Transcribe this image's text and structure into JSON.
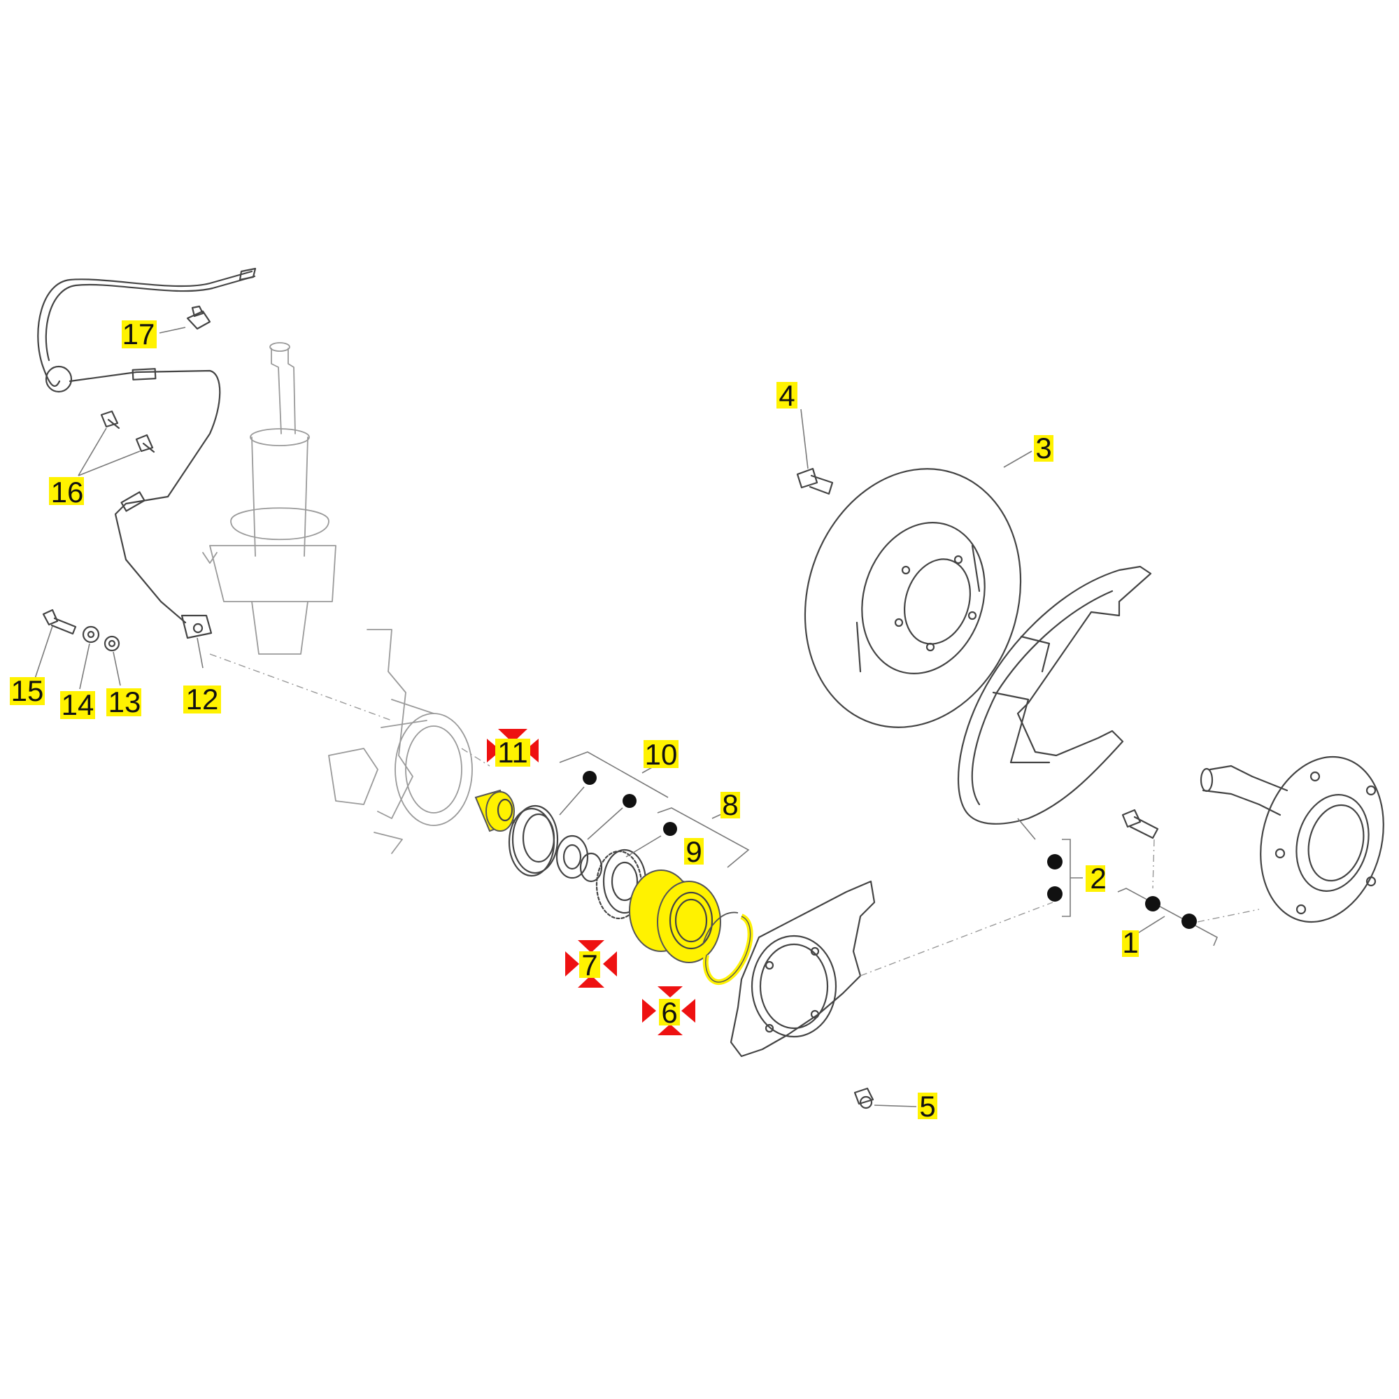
{
  "diagram": {
    "type": "exploded-parts-diagram",
    "highlight_color": "#fff200",
    "marker_color": "#ee1111",
    "callouts": [
      {
        "id": "c1",
        "label": "1",
        "highlighted": true,
        "marked": false
      },
      {
        "id": "c2",
        "label": "2",
        "highlighted": true,
        "marked": false
      },
      {
        "id": "c3",
        "label": "3",
        "highlighted": true,
        "marked": false
      },
      {
        "id": "c4",
        "label": "4",
        "highlighted": true,
        "marked": false
      },
      {
        "id": "c5",
        "label": "5",
        "highlighted": true,
        "marked": false
      },
      {
        "id": "c6",
        "label": "6",
        "highlighted": true,
        "marked": true
      },
      {
        "id": "c7",
        "label": "7",
        "highlighted": true,
        "marked": true
      },
      {
        "id": "c8",
        "label": "8",
        "highlighted": true,
        "marked": false
      },
      {
        "id": "c9",
        "label": "9",
        "highlighted": true,
        "marked": false
      },
      {
        "id": "c10",
        "label": "10",
        "highlighted": true,
        "marked": false
      },
      {
        "id": "c11",
        "label": "11",
        "highlighted": true,
        "marked": true
      },
      {
        "id": "c12",
        "label": "12",
        "highlighted": true,
        "marked": false
      },
      {
        "id": "c13",
        "label": "13",
        "highlighted": true,
        "marked": false
      },
      {
        "id": "c14",
        "label": "14",
        "highlighted": true,
        "marked": false
      },
      {
        "id": "c15",
        "label": "15",
        "highlighted": true,
        "marked": false
      },
      {
        "id": "c16",
        "label": "16",
        "highlighted": true,
        "marked": false
      },
      {
        "id": "c17",
        "label": "17",
        "highlighted": true,
        "marked": false
      }
    ],
    "highlighted_parts": [
      "11",
      "7",
      "6"
    ]
  }
}
